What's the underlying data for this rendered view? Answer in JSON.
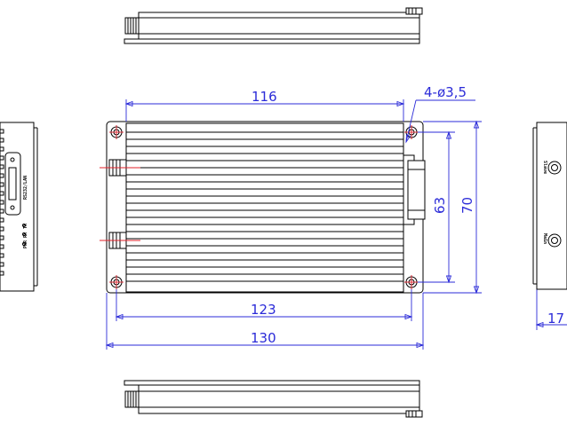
{
  "dimensions": {
    "top_width": "116",
    "hole_spec": "4-ø3,5",
    "inner_height": "63",
    "outer_height": "70",
    "hole_spacing": "123",
    "total_width": "130",
    "thickness": "17"
  },
  "side_labels": {
    "left_tx": "TX",
    "left_rx": "RX",
    "left_pwr": "PWR",
    "left_port": "RS232/LAN",
    "right_slave": "Slave",
    "right_main": "Main"
  },
  "colors": {
    "dimension": "#2b2bd8",
    "centerline": "#e0202a",
    "outline": "#000000"
  }
}
